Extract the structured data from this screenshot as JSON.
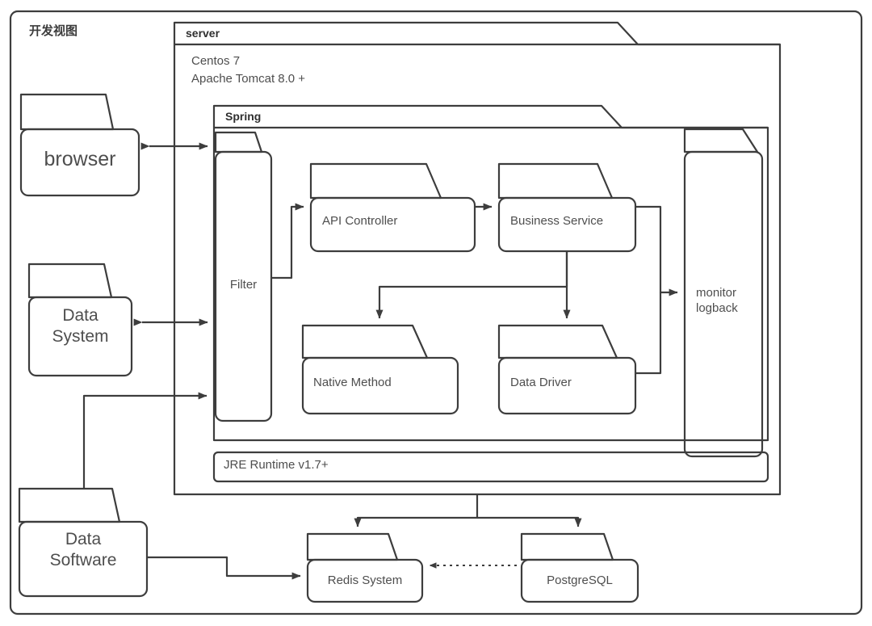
{
  "diagram": {
    "type": "architecture-deployment-diagram",
    "outer_frame": {
      "title": "开发视图"
    },
    "server_package": {
      "title": "server",
      "body_lines": [
        "Centos 7",
        "Apache Tomcat 8.0 +"
      ],
      "runtime_band": "JRE Runtime v1.7+"
    },
    "spring_package": {
      "title": "Spring"
    },
    "nodes": {
      "browser": "browser",
      "data_system": "Data\nSystem",
      "data_software": "Data\nSoftware",
      "filter": "Filter",
      "api_controller": "API Controller",
      "business_service": "Business Service",
      "native_method": "Native Method",
      "data_driver": "Data Driver",
      "monitor": "monitor\nlogback",
      "redis": "Redis System",
      "postgres": "PostgreSQL"
    },
    "connections": [
      {
        "from": "browser",
        "to": "filter",
        "style": "solid",
        "arrow": "both"
      },
      {
        "from": "data_system",
        "to": "filter",
        "style": "solid",
        "arrow": "both"
      },
      {
        "from": "data_software",
        "to": "filter",
        "style": "solid",
        "arrow": "single"
      },
      {
        "from": "filter",
        "to": "api_controller",
        "style": "solid",
        "arrow": "single"
      },
      {
        "from": "api_controller",
        "to": "business_service",
        "style": "solid",
        "arrow": "single"
      },
      {
        "from": "business_service",
        "to": "native_method",
        "style": "solid",
        "arrow": "single"
      },
      {
        "from": "business_service",
        "to": "data_driver",
        "style": "solid",
        "arrow": "single"
      },
      {
        "from": "business_service",
        "to": "monitor",
        "style": "solid",
        "arrow": "single"
      },
      {
        "from": "data_driver",
        "to": "monitor",
        "style": "solid",
        "arrow": "single"
      },
      {
        "from": "server_package",
        "to": "redis",
        "style": "solid",
        "arrow": "single"
      },
      {
        "from": "server_package",
        "to": "postgres",
        "style": "solid",
        "arrow": "single"
      },
      {
        "from": "data_software",
        "to": "redis",
        "style": "solid",
        "arrow": "single"
      },
      {
        "from": "postgres",
        "to": "redis",
        "style": "dotted",
        "arrow": "single"
      }
    ],
    "colors": {
      "stroke": "#3d3d3d",
      "text": "#4e4e4e",
      "background": "#ffffff"
    }
  }
}
